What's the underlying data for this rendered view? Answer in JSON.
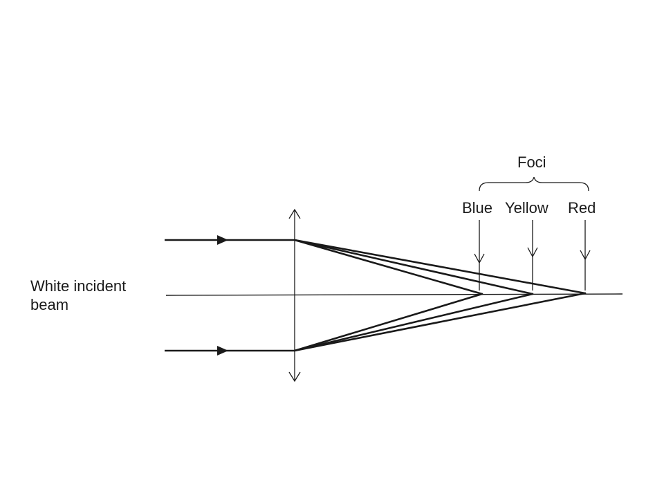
{
  "labels": {
    "incident_line1": "White incident",
    "incident_line2": "beam",
    "foci": "Foci",
    "blue": "Blue",
    "yellow": "Yellow",
    "red": "Red"
  },
  "colors": {
    "ink": "#1a1a1a",
    "background": "#ffffff"
  }
}
